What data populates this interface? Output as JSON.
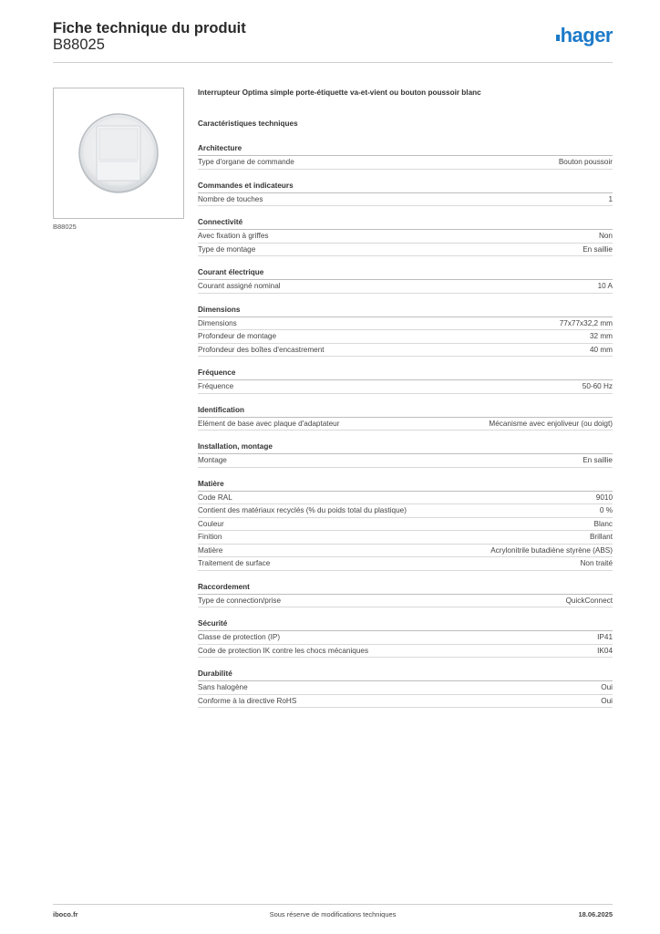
{
  "header": {
    "title": "Fiche technique du produit",
    "reference": "B88025",
    "brand": "hager"
  },
  "image": {
    "caption": "B88025"
  },
  "product": {
    "description": "Interrupteur Optima simple porte-étiquette va-et-vient ou bouton poussoir blanc",
    "characteristics_title": "Caractéristiques techniques"
  },
  "sections": [
    {
      "title": "Architecture",
      "rows": [
        {
          "label": "Type d'organe de commande",
          "value": "Bouton poussoir"
        }
      ]
    },
    {
      "title": "Commandes et indicateurs",
      "rows": [
        {
          "label": "Nombre de touches",
          "value": "1"
        }
      ]
    },
    {
      "title": "Connectivité",
      "rows": [
        {
          "label": "Avec fixation à griffes",
          "value": "Non"
        },
        {
          "label": "Type de montage",
          "value": "En saillie"
        }
      ]
    },
    {
      "title": "Courant électrique",
      "rows": [
        {
          "label": "Courant assigné nominal",
          "value": "10 A"
        }
      ]
    },
    {
      "title": "Dimensions",
      "rows": [
        {
          "label": "Dimensions",
          "value": "77x77x32,2 mm"
        },
        {
          "label": "Profondeur de montage",
          "value": "32 mm"
        },
        {
          "label": "Profondeur des boîtes d'encastrement",
          "value": "40 mm"
        }
      ]
    },
    {
      "title": "Fréquence",
      "rows": [
        {
          "label": "Fréquence",
          "value": "50-60 Hz"
        }
      ]
    },
    {
      "title": "Identification",
      "rows": [
        {
          "label": "Elément de base avec plaque d'adaptateur",
          "value": "Mécanisme avec enjoliveur (ou doigt)"
        }
      ]
    },
    {
      "title": "Installation, montage",
      "rows": [
        {
          "label": "Montage",
          "value": "En saillie"
        }
      ]
    },
    {
      "title": "Matière",
      "rows": [
        {
          "label": "Code RAL",
          "value": "9010"
        },
        {
          "label": "Contient des matériaux recyclés (% du poids total du plastique)",
          "value": "0 %"
        },
        {
          "label": "Couleur",
          "value": "Blanc"
        },
        {
          "label": "Finition",
          "value": "Brillant"
        },
        {
          "label": "Matière",
          "value": "Acrylonitrile butadiène styrène (ABS)"
        },
        {
          "label": "Traitement de surface",
          "value": "Non traité"
        }
      ]
    },
    {
      "title": "Raccordement",
      "rows": [
        {
          "label": "Type de connection/prise",
          "value": "QuickConnect"
        }
      ]
    },
    {
      "title": "Sécurité",
      "rows": [
        {
          "label": "Classe de protection (IP)",
          "value": "IP41"
        },
        {
          "label": "Code de protection IK contre les chocs mécaniques",
          "value": "IK04"
        }
      ]
    },
    {
      "title": "Durabilité",
      "rows": [
        {
          "label": "Sans halogène",
          "value": "Oui"
        },
        {
          "label": "Conforme à la directive RoHS",
          "value": "Oui"
        }
      ]
    }
  ],
  "footer": {
    "left": "iboco.fr",
    "center": "Sous réserve de modifications techniques",
    "right": "18.06.2025"
  },
  "colors": {
    "brand": "#1d7ac8",
    "rule": "#cfcfcf"
  }
}
